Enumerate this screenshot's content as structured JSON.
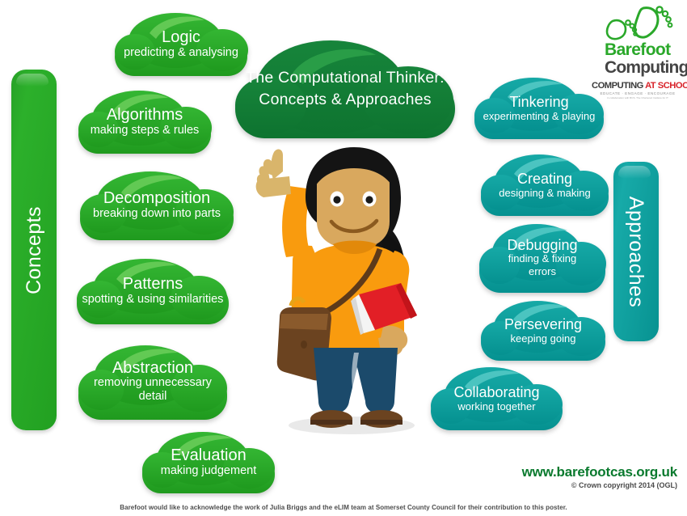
{
  "poster": {
    "title_cloud": {
      "line1": "The Computational Thinker:",
      "line2": "Concepts & Approaches"
    },
    "pillars": {
      "left_label": "Concepts",
      "right_label": "Approaches"
    },
    "colors": {
      "concept_green": "#2cb02b",
      "title_green": "#127d35",
      "approach_teal": "#0d9d9c",
      "logo_green": "#2aa82a",
      "logo_grey": "#444444",
      "cas_red": "#d8232a",
      "website_green": "#0a7a2e",
      "background": "#ffffff"
    },
    "concepts": [
      {
        "title": "Logic",
        "sub": "predicting & analysing",
        "sub2": ""
      },
      {
        "title": "Algorithms",
        "sub": "making steps & rules",
        "sub2": ""
      },
      {
        "title": "Decomposition",
        "sub": "breaking down into parts",
        "sub2": ""
      },
      {
        "title": "Patterns",
        "sub": "spotting & using similarities",
        "sub2": ""
      },
      {
        "title": "Abstraction",
        "sub": "removing unnecessary",
        "sub2": "detail"
      },
      {
        "title": "Evaluation",
        "sub": "making judgement",
        "sub2": ""
      }
    ],
    "approaches": [
      {
        "title": "Tinkering",
        "sub": "experimenting & playing",
        "sub2": ""
      },
      {
        "title": "Creating",
        "sub": "designing & making",
        "sub2": ""
      },
      {
        "title": "Debugging",
        "sub": "finding & fixing",
        "sub2": "errors"
      },
      {
        "title": "Persevering",
        "sub": "keeping going",
        "sub2": ""
      },
      {
        "title": "Collaborating",
        "sub": "working together",
        "sub2": ""
      }
    ],
    "logo": {
      "word1": "Barefoot",
      "word2": "Computing",
      "cas_main_black": "COMPUTING ",
      "cas_main_red": "AT SCHOOL",
      "cas_tagline": "EDUCATE  ·  ENGAGE  ·  ENCOURAGE",
      "cas_smallprint": "in collaboration with BCS, The Chartered Institute for IT"
    },
    "footer": {
      "website": "www.barefootcas.org.uk",
      "copyright": "© Crown copyright 2014 (OGL)",
      "acknowledgement": "Barefoot would like to acknowledge the work of Julia Briggs and the eLIM team at Somerset County Council for their contribution to this poster."
    }
  }
}
